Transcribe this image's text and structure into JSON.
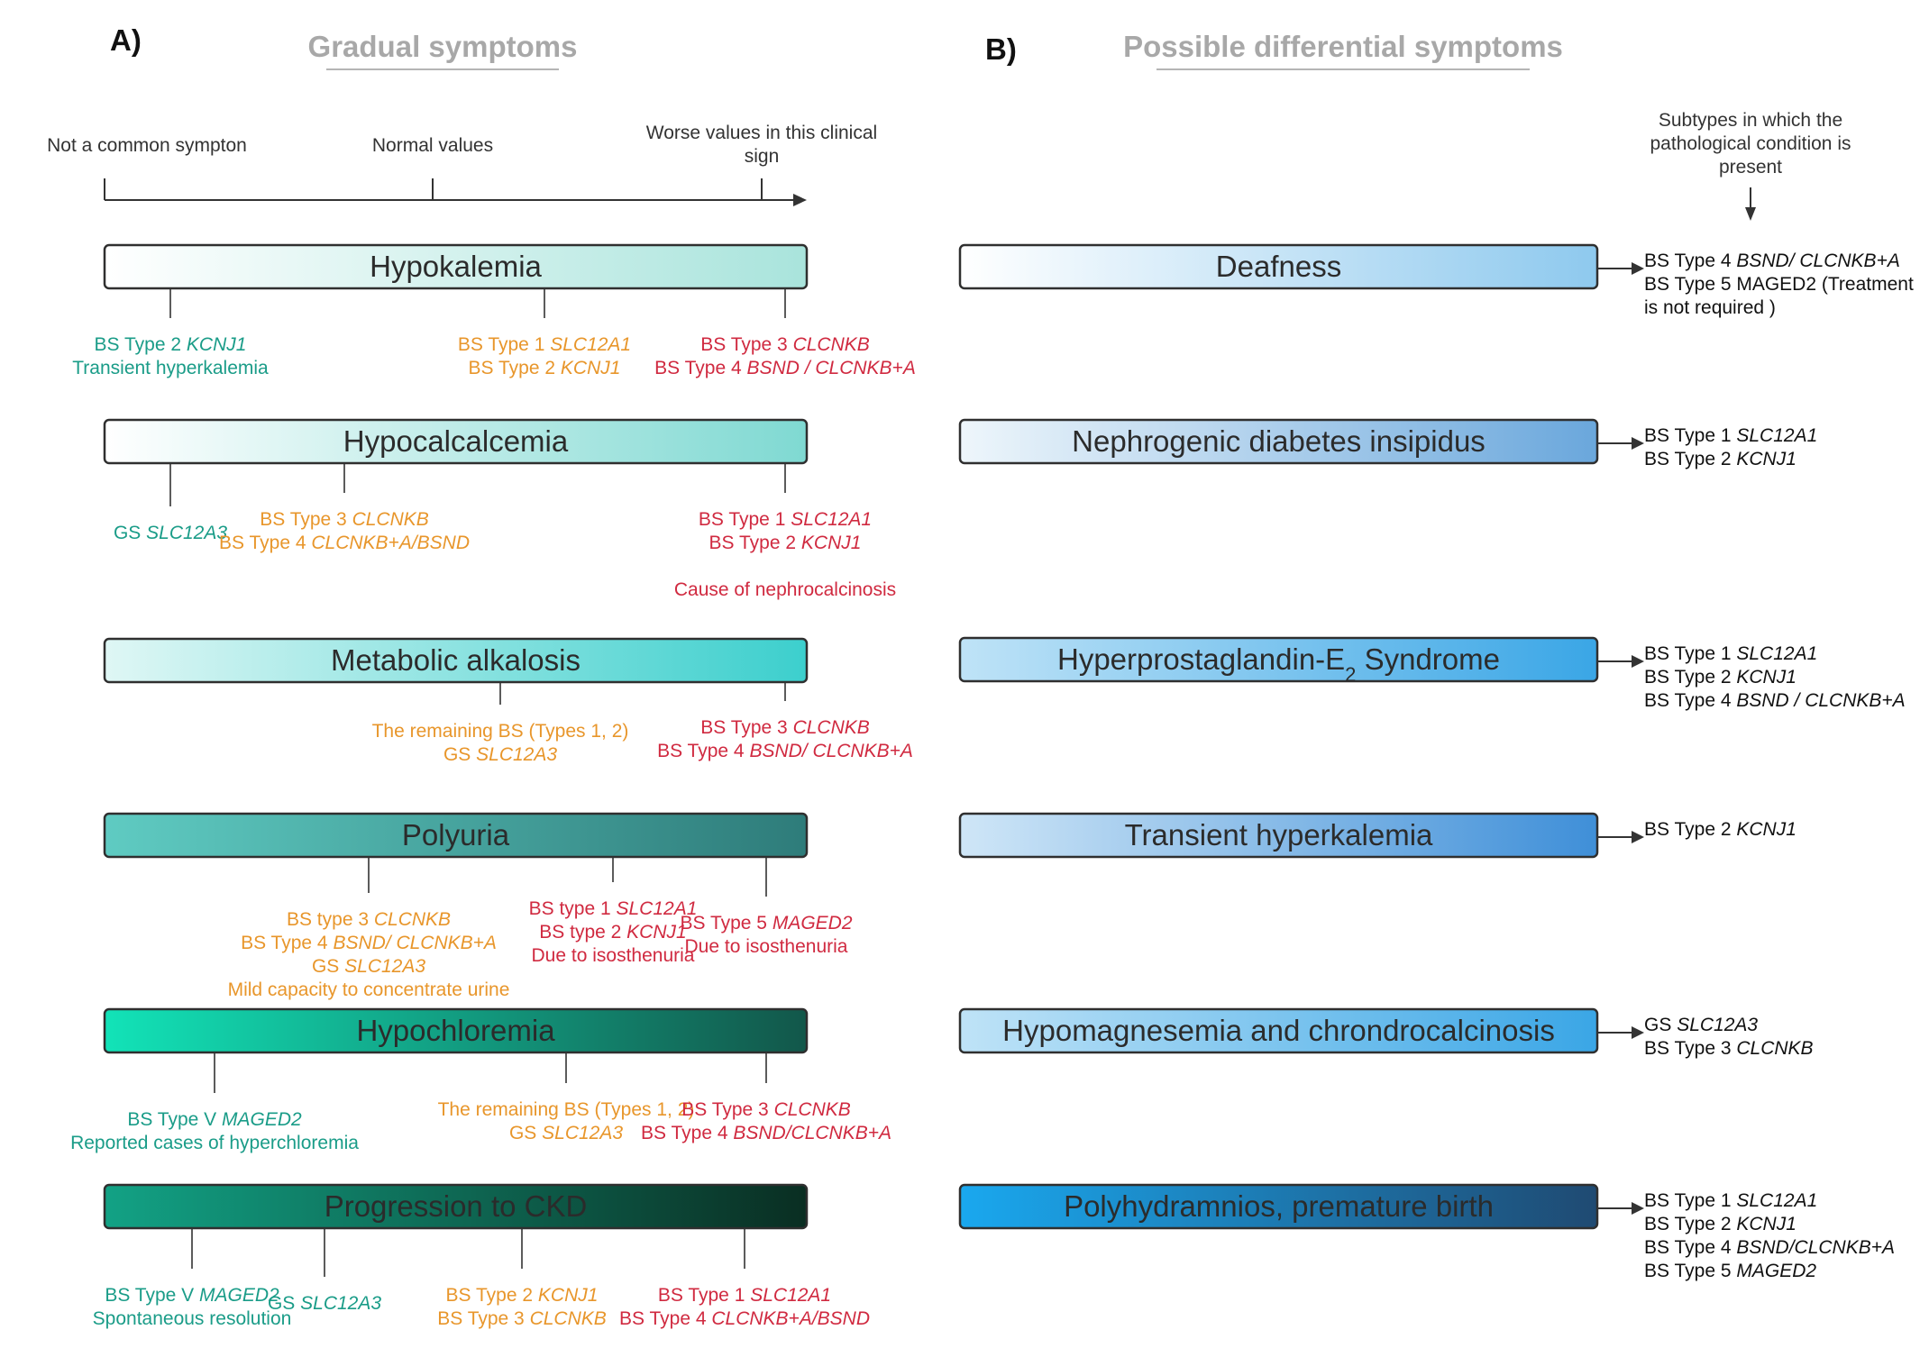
{
  "colors": {
    "green": "#1a9c88",
    "orange": "#e8962b",
    "red": "#d02a40",
    "dark": "#111111",
    "heading_gray": "#a8a8a8"
  },
  "panel_a": {
    "label": "A)",
    "heading": "Gradual symptoms",
    "scale": {
      "left": "Not a common sympton",
      "middle": "Normal values",
      "right": [
        "Worse values in this clinical",
        "sign"
      ]
    },
    "bars": [
      {
        "name": "Hypokalemia",
        "colors": [
          "#ffffff",
          "#a9e4dc"
        ],
        "annotations": [
          {
            "color": "green",
            "lines": [
              [
                [
                  "BS Type 2 ",
                  false
                ],
                [
                  "KCNJ1",
                  true
                ]
              ],
              [
                [
                  "Transient hyperkalemia",
                  false
                ]
              ]
            ]
          },
          {
            "color": "orange",
            "lines": [
              [
                [
                  "BS Type 1 ",
                  false
                ],
                [
                  "SLC12A1",
                  true
                ]
              ],
              [
                [
                  "BS Type 2 ",
                  false
                ],
                [
                  "KCNJ1",
                  true
                ]
              ]
            ]
          },
          {
            "color": "red",
            "lines": [
              [
                [
                  "BS Type 3 ",
                  false
                ],
                [
                  "CLCNKB",
                  true
                ]
              ],
              [
                [
                  "BS Type 4  ",
                  false
                ],
                [
                  "BSND / CLCNKB+A",
                  true
                ]
              ]
            ]
          }
        ]
      },
      {
        "name": "Hypocalcalcemia",
        "colors": [
          "#ffffff",
          "#7fd9d2"
        ],
        "annotations": [
          {
            "color": "green",
            "lines": [
              [
                [
                  "GS ",
                  false
                ],
                [
                  "SLC12A3",
                  true
                ]
              ]
            ]
          },
          {
            "color": "orange",
            "lines": [
              [
                [
                  "BS Type 3 ",
                  false
                ],
                [
                  "CLCNKB",
                  true
                ]
              ],
              [
                [
                  "BS Type  4 ",
                  false
                ],
                [
                  "CLCNKB+A/BSND",
                  true
                ]
              ]
            ]
          },
          {
            "color": "red",
            "lines": [
              [
                [
                  "BS Type 1 ",
                  false
                ],
                [
                  "SLC12A1",
                  true
                ]
              ],
              [
                [
                  "BS Type 2 ",
                  false
                ],
                [
                  "KCNJ1",
                  true
                ]
              ],
              [
                [
                  "",
                  false
                ]
              ],
              [
                [
                  "Cause of nephrocalcinosis",
                  false
                ]
              ]
            ]
          }
        ]
      },
      {
        "name": "Metabolic alkalosis",
        "colors": [
          "#dff7f5",
          "#3ccfcd"
        ],
        "annotations": [
          {
            "color": "orange",
            "lines": [
              [
                [
                  "The remaining BS (Types 1, 2)",
                  false
                ]
              ],
              [
                [
                  "GS ",
                  false
                ],
                [
                  "SLC12A3",
                  true
                ]
              ]
            ]
          },
          {
            "color": "red",
            "lines": [
              [
                [
                  "BS Type 3 ",
                  false
                ],
                [
                  "CLCNKB",
                  true
                ]
              ],
              [
                [
                  "BS Type 4 ",
                  false
                ],
                [
                  "BSND/ CLCNKB+A",
                  true
                ]
              ]
            ]
          }
        ]
      },
      {
        "name": "Polyuria",
        "colors": [
          "#5fcbc2",
          "#2e7c7a"
        ],
        "annotations": [
          {
            "color": "orange",
            "lines": [
              [
                [
                  "BS type 3 ",
                  false
                ],
                [
                  "CLCNKB",
                  true
                ]
              ],
              [
                [
                  "BS Type 4 ",
                  false
                ],
                [
                  "BSND/ CLCNKB+A",
                  true
                ]
              ],
              [
                [
                  "GS ",
                  false
                ],
                [
                  "SLC12A3",
                  true
                ]
              ],
              [
                [
                  "Mild capacity to concentrate urine",
                  false
                ]
              ]
            ]
          },
          {
            "color": "red",
            "lines": [
              [
                [
                  "BS type 1 ",
                  false
                ],
                [
                  "SLC12A1",
                  true
                ]
              ],
              [
                [
                  "BS type 2 ",
                  false
                ],
                [
                  "KCNJ1",
                  true
                ]
              ],
              [
                [
                  "Due to isosthenuria",
                  false
                ]
              ]
            ]
          },
          {
            "color": "red",
            "lines": [
              [
                [
                  "BS Type 5 ",
                  false
                ],
                [
                  "MAGED2",
                  true
                ]
              ],
              [
                [
                  "Due to isosthenuria",
                  false
                ]
              ]
            ]
          }
        ]
      },
      {
        "name": "Hypochloremia",
        "colors": [
          "#12e3b8",
          "#12574a"
        ],
        "annotations": [
          {
            "color": "green",
            "lines": [
              [
                [
                  "BS Type V ",
                  false
                ],
                [
                  "MAGED2",
                  true
                ]
              ],
              [
                [
                  "Reported cases of hyperchloremia",
                  false
                ]
              ]
            ]
          },
          {
            "color": "orange",
            "lines": [
              [
                [
                  "The remaining BS (Types 1, 2)",
                  false
                ]
              ],
              [
                [
                  "GS ",
                  false
                ],
                [
                  "SLC12A3",
                  true
                ]
              ]
            ]
          },
          {
            "color": "red",
            "lines": [
              [
                [
                  "BS Type 3 ",
                  false
                ],
                [
                  "CLCNKB",
                  true
                ]
              ],
              [
                [
                  "BS Type 4 ",
                  false
                ],
                [
                  "BSND/CLCNKB+A",
                  true
                ]
              ]
            ]
          }
        ]
      },
      {
        "name": "Progression to CKD",
        "colors": [
          "#12a285",
          "#0a2e22"
        ],
        "annotations": [
          {
            "color": "green",
            "lines": [
              [
                [
                  "BS Type V ",
                  false
                ],
                [
                  "MAGED2",
                  true
                ]
              ],
              [
                [
                  "Spontaneous resolution",
                  false
                ]
              ]
            ]
          },
          {
            "color": "green",
            "lines": [
              [
                [
                  "GS ",
                  false
                ],
                [
                  "SLC12A3",
                  true
                ]
              ]
            ]
          },
          {
            "color": "orange",
            "lines": [
              [
                [
                  "BS Type 2 ",
                  false
                ],
                [
                  "KCNJ1",
                  true
                ]
              ],
              [
                [
                  "BS Type 3 ",
                  false
                ],
                [
                  "CLCNKB",
                  true
                ]
              ]
            ]
          },
          {
            "color": "red",
            "lines": [
              [
                [
                  "BS Type 1 ",
                  false
                ],
                [
                  "SLC12A1",
                  true
                ]
              ],
              [
                [
                  "BS Type 4 ",
                  false
                ],
                [
                  "CLCNKB+A/BSND",
                  true
                ]
              ]
            ]
          }
        ]
      }
    ]
  },
  "panel_b": {
    "label": "B)",
    "heading": "Possible differential symptoms",
    "subtypes_note": [
      "Subtypes in which the",
      "pathological condition is",
      "present"
    ],
    "bars": [
      {
        "name": "Deafness",
        "colors": [
          "#ffffff",
          "#8ec9ee"
        ],
        "subtypes": [
          [
            [
              "BS Type 4  ",
              false
            ],
            [
              "BSND/ CLCNKB+A",
              true
            ]
          ],
          [
            [
              "BS Type 5 MAGED2 (Treatment",
              false
            ]
          ],
          [
            [
              " is not required )",
              false
            ]
          ]
        ]
      },
      {
        "name": "Nephrogenic diabetes insipidus",
        "colors": [
          "#eef6fb",
          "#6aa7dc"
        ],
        "subtypes": [
          [
            [
              "BS Type 1 ",
              false
            ],
            [
              "SLC12A1",
              true
            ]
          ],
          [
            [
              "BS Type 2 ",
              false
            ],
            [
              "KCNJ1",
              true
            ]
          ]
        ]
      },
      {
        "name": "Hyperprostaglandin-E",
        "name_sub": "2",
        "name_tail": " Syndrome",
        "colors": [
          "#bfe3f7",
          "#3aa6e6"
        ],
        "subtypes": [
          [
            [
              "BS Type 1 ",
              false
            ],
            [
              "SLC12A1",
              true
            ]
          ],
          [
            [
              "BS Type 2 ",
              false
            ],
            [
              "KCNJ1",
              true
            ]
          ],
          [
            [
              "BS Type 4 ",
              false
            ],
            [
              "BSND / CLCNKB+A",
              true
            ]
          ]
        ]
      },
      {
        "name": "Transient  hyperkalemia",
        "colors": [
          "#cfe6f7",
          "#3f8fd8"
        ],
        "subtypes": [
          [
            [
              "BS Type 2 ",
              false
            ],
            [
              "KCNJ1",
              true
            ]
          ]
        ]
      },
      {
        "name": "Hypomagnesemia and chrondrocalcinosis",
        "colors": [
          "#bfe3f7",
          "#3aa6e6"
        ],
        "subtypes": [
          [
            [
              "GS ",
              false
            ],
            [
              "SLC12A3",
              true
            ]
          ],
          [
            [
              "BS Type 3 ",
              false
            ],
            [
              "CLCNKB",
              true
            ]
          ]
        ]
      },
      {
        "name": "Polyhydramnios, premature birth",
        "colors": [
          "#1aa8ef",
          "#1f4a72"
        ],
        "subtypes": [
          [
            [
              "BS Type 1 ",
              false
            ],
            [
              "SLC12A1",
              true
            ]
          ],
          [
            [
              "BS Type 2 ",
              false
            ],
            [
              "KCNJ1",
              true
            ]
          ],
          [
            [
              "BS Type 4 ",
              false
            ],
            [
              "BSND/CLCNKB+A",
              true
            ]
          ],
          [
            [
              "BS Type 5 ",
              false
            ],
            [
              "MAGED2",
              true
            ]
          ]
        ]
      }
    ]
  }
}
